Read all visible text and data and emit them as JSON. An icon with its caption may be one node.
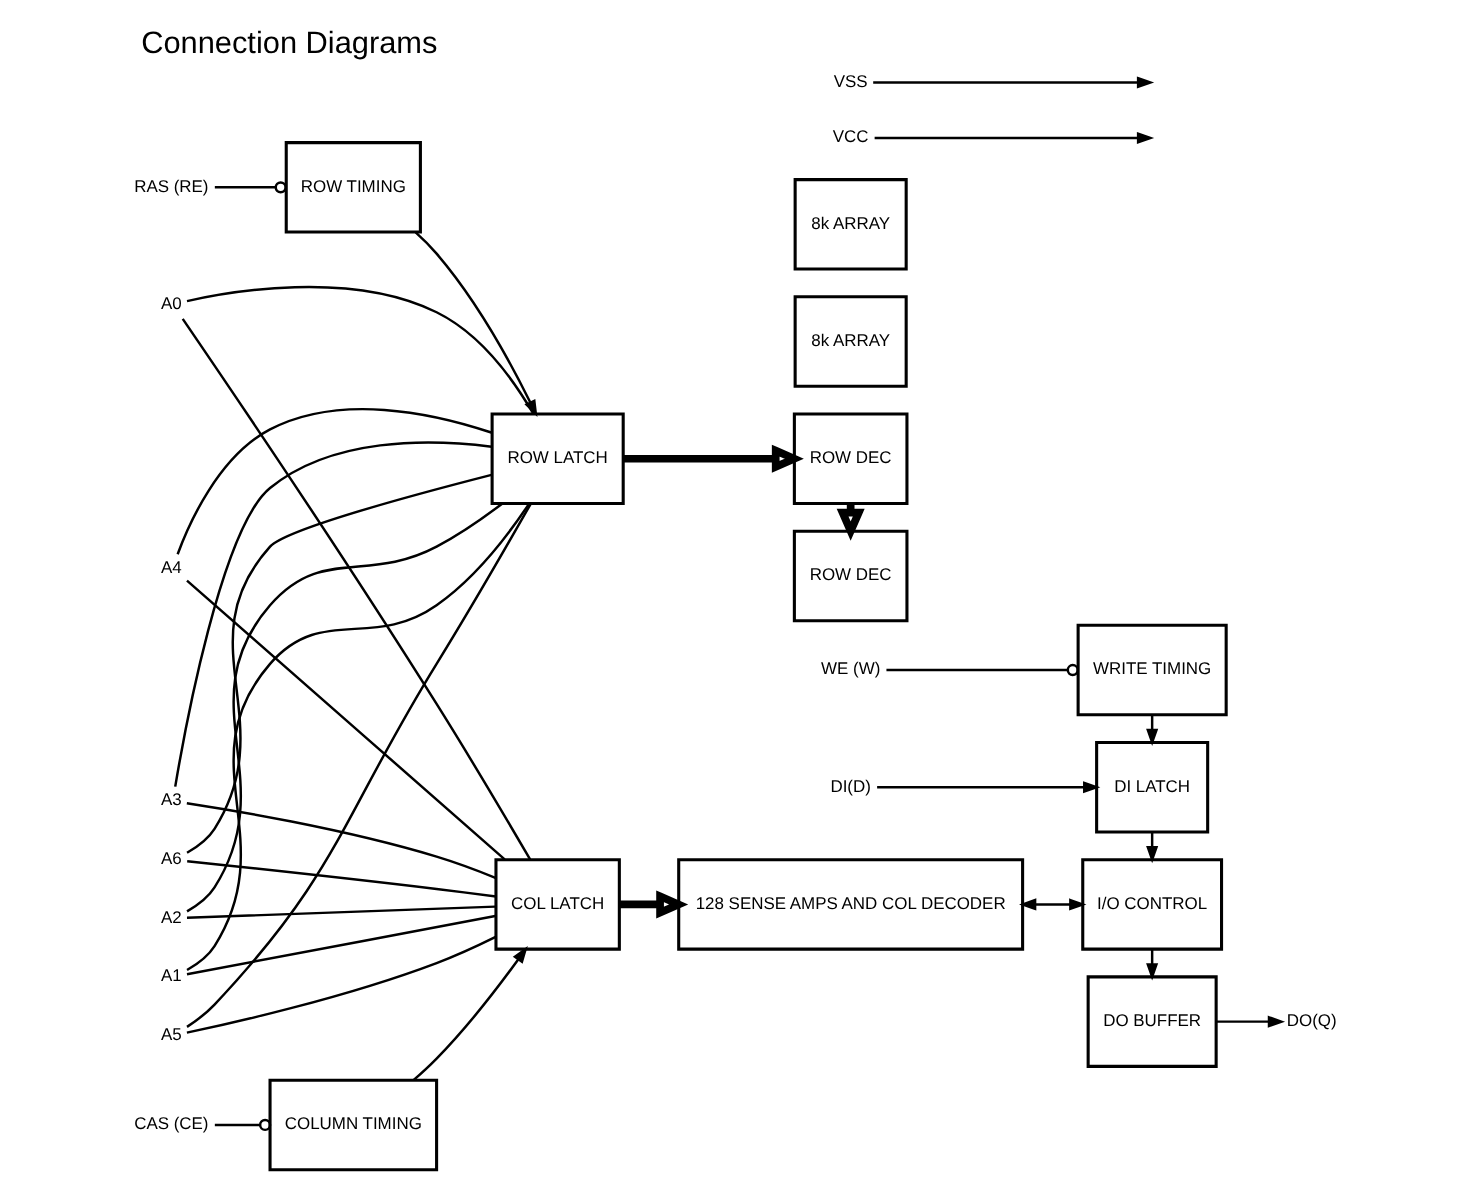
{
  "diagram": {
    "title": "Connection Diagrams",
    "nodes": [
      {
        "text": [
          "ROW TIMING"
        ]
      },
      {
        "text": [
          "ROW LATCH"
        ]
      },
      {
        "text": [
          "COL LATCH"
        ]
      },
      {
        "text": [
          "COLUMN TIMING"
        ]
      },
      {
        "text": [
          "ROW DEC"
        ]
      },
      {
        "text": [
          "8k ARRAY"
        ]
      },
      {
        "text": [
          "128 SENSE AMPS AND COL DECODER"
        ]
      },
      {
        "text": [
          "ROW DEC"
        ]
      },
      {
        "text": [
          "8k ARRAY"
        ]
      },
      {
        "text": [
          "WRITE TIMING"
        ]
      },
      {
        "text": [
          "DI LATCH"
        ]
      },
      {
        "text": [
          "I/O CONTROL"
        ]
      },
      {
        "text": [
          "DO BUFFER"
        ]
      },
      {
        "text": [
          "RAS (RE)"
        ]
      },
      {
        "text": [
          "CAS (CE)"
        ]
      },
      {
        "text": [
          "WE (W)"
        ]
      },
      {
        "text": [
          "DI(D)"
        ]
      },
      {
        "text": [
          "DO(Q)"
        ]
      },
      {
        "text": [
          "VCC"
        ]
      },
      {
        "text": [
          "VSS"
        ]
      },
      {
        "text": [
          "A0"
        ]
      },
      {
        "text": [
          "A1"
        ]
      },
      {
        "text": [
          "A2"
        ]
      },
      {
        "text": [
          "A3"
        ]
      },
      {
        "text": [
          "A4"
        ]
      },
      {
        "text": [
          "A5"
        ]
      },
      {
        "text": [
          "A6"
        ]
      }
    ],
    "edges": [
      {
        "from": 13,
        "to": 0,
        "arrow": "other"
      },
      {
        "from": 0,
        "to": 1,
        "arrow": "to"
      },
      {
        "from": 14,
        "to": 3,
        "arrow": "other"
      },
      {
        "from": 3,
        "to": 2,
        "arrow": "to"
      },
      {
        "from": 20,
        "to": 1,
        "arrow": "none"
      },
      {
        "from": 21,
        "to": 1,
        "arrow": "none"
      },
      {
        "from": 22,
        "to": 1,
        "arrow": "none"
      },
      {
        "from": 23,
        "to": 1,
        "arrow": "none"
      },
      {
        "from": 24,
        "to": 1,
        "arrow": "none"
      },
      {
        "from": 25,
        "to": 1,
        "arrow": "none"
      },
      {
        "from": 26,
        "to": 1,
        "arrow": "none"
      },
      {
        "from": 20,
        "to": 2,
        "arrow": "none"
      },
      {
        "from": 21,
        "to": 2,
        "arrow": "none"
      },
      {
        "from": 22,
        "to": 2,
        "arrow": "none"
      },
      {
        "from": 23,
        "to": 2,
        "arrow": "none"
      },
      {
        "from": 24,
        "to": 2,
        "arrow": "none"
      },
      {
        "from": 25,
        "to": 2,
        "arrow": "none"
      },
      {
        "from": 26,
        "to": 2,
        "arrow": "none"
      },
      {
        "from": 1,
        "to": 4,
        "arrow": "to",
        "style": "thick"
      },
      {
        "from": 2,
        "to": 6,
        "arrow": "to",
        "style": "thick"
      },
      {
        "from": 4,
        "to": 7,
        "arrow": "to",
        "style": "thick"
      },
      {
        "from": 18,
        "to": null,
        "arrow": "to"
      },
      {
        "from": 19,
        "to": null,
        "arrow": "to"
      },
      {
        "from": 6,
        "to": 11,
        "arrow": "both"
      },
      {
        "from": 15,
        "to": 9,
        "arrow": "other"
      },
      {
        "from": 9,
        "to": 10,
        "arrow": "to"
      },
      {
        "from": 16,
        "to": 10,
        "arrow": "to"
      },
      {
        "from": 10,
        "to": 11,
        "arrow": "to"
      },
      {
        "from": 11,
        "to": 12,
        "arrow": "to"
      },
      {
        "from": 12,
        "to": 17,
        "arrow": "to"
      }
    ]
  }
}
